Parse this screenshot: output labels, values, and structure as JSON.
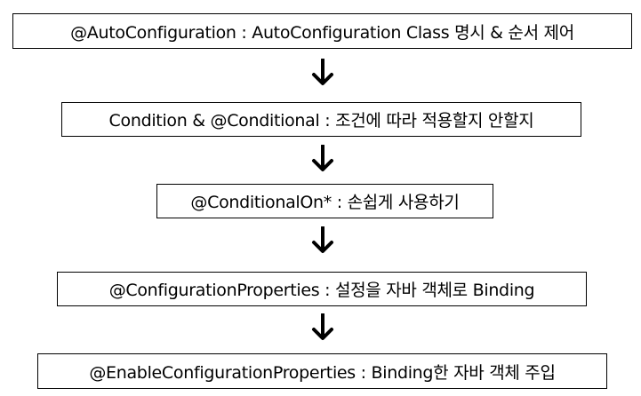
{
  "steps": [
    {
      "text": "@AutoConfiguration :  AutoConfiguration Class 명시 & 순서 제어"
    },
    {
      "text": "Condition & @Conditional : 조건에 따라 적용할지 안할지"
    },
    {
      "text": "@ConditionalOn* : 손쉽게 사용하기"
    },
    {
      "text": "@ConfigurationProperties : 설정을 자바 객체로 Binding"
    },
    {
      "text": "@EnableConfigurationProperties : Binding한 자바 객체 주입"
    }
  ],
  "arrow_icon": "arrow-down-icon",
  "colors": {
    "border": "#000000",
    "background": "#ffffff",
    "text": "#000000"
  }
}
